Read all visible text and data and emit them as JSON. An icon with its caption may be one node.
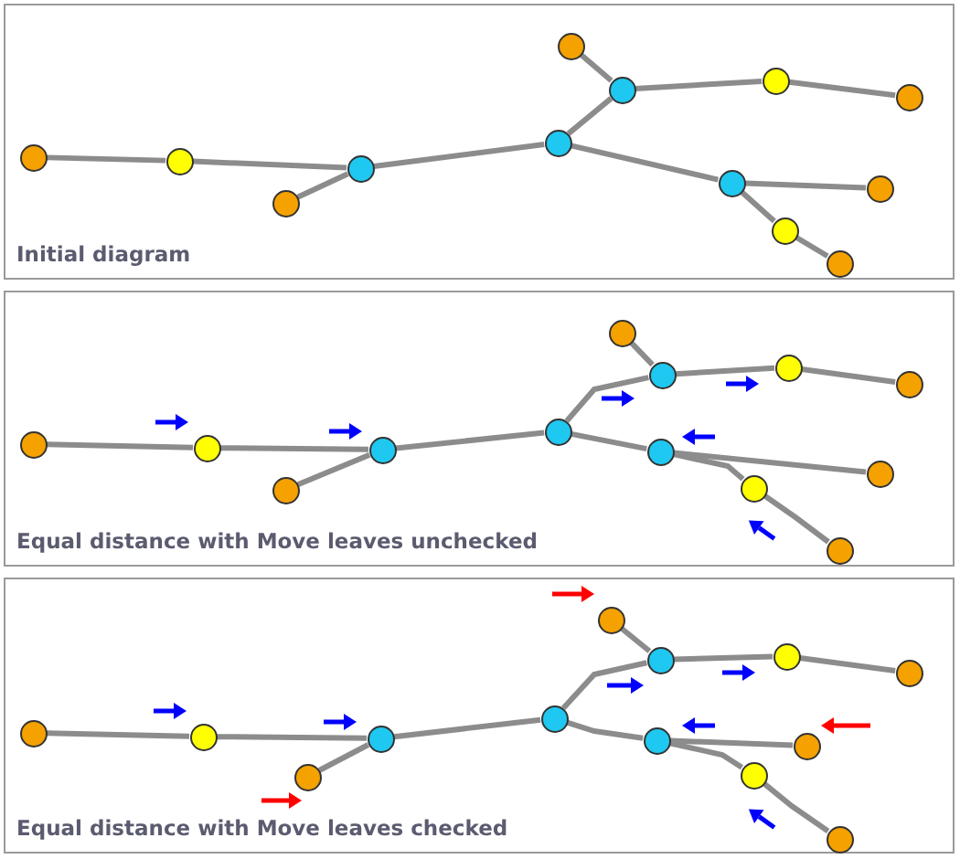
{
  "diagram": {
    "nodes": [
      {
        "text": [
          "Initial diagram"
        ]
      },
      {
        "text": [],
        "shape": "circle",
        "in": 0
      },
      {
        "text": [],
        "shape": "circle",
        "in": 0
      },
      {
        "text": [],
        "shape": "circle",
        "in": 0
      },
      {
        "text": [],
        "shape": "circle",
        "in": 0
      },
      {
        "text": [],
        "shape": "circle",
        "in": 0
      },
      {
        "text": [],
        "shape": "circle",
        "in": 0
      },
      {
        "text": [],
        "shape": "circle",
        "in": 0
      },
      {
        "text": [],
        "shape": "circle",
        "in": 0
      },
      {
        "text": [],
        "shape": "circle",
        "in": 0
      },
      {
        "text": [],
        "shape": "circle",
        "in": 0
      },
      {
        "text": [],
        "shape": "circle",
        "in": 0
      },
      {
        "text": [],
        "shape": "circle",
        "in": 0
      },
      {
        "text": [],
        "shape": "circle",
        "in": 0
      },
      {
        "text": [
          "Equal distance with Move leaves unchecked"
        ]
      },
      {
        "text": [],
        "shape": "circle",
        "in": 14
      },
      {
        "text": [],
        "shape": "circle",
        "in": 14
      },
      {
        "text": [],
        "shape": "circle",
        "in": 14
      },
      {
        "text": [],
        "shape": "circle",
        "in": 14
      },
      {
        "text": [],
        "shape": "circle",
        "in": 14
      },
      {
        "text": [],
        "shape": "circle",
        "in": 14
      },
      {
        "text": [],
        "shape": "circle",
        "in": 14
      },
      {
        "text": [],
        "shape": "circle",
        "in": 14
      },
      {
        "text": [],
        "shape": "circle",
        "in": 14
      },
      {
        "text": [],
        "shape": "circle",
        "in": 14
      },
      {
        "text": [],
        "shape": "circle",
        "in": 14
      },
      {
        "text": [],
        "shape": "circle",
        "in": 14
      },
      {
        "text": [],
        "shape": "circle",
        "in": 14
      },
      {
        "text": [
          "Equal distance with Move leaves checked"
        ]
      },
      {
        "text": [],
        "shape": "circle",
        "in": 28
      },
      {
        "text": [],
        "shape": "circle",
        "in": 28
      },
      {
        "text": [],
        "shape": "circle",
        "in": 28
      },
      {
        "text": [],
        "shape": "circle",
        "in": 28
      },
      {
        "text": [],
        "shape": "circle",
        "in": 28
      },
      {
        "text": [],
        "shape": "circle",
        "in": 28
      },
      {
        "text": [],
        "shape": "circle",
        "in": 28
      },
      {
        "text": [],
        "shape": "circle",
        "in": 28
      },
      {
        "text": [],
        "shape": "circle",
        "in": 28
      },
      {
        "text": [],
        "shape": "circle",
        "in": 28
      },
      {
        "text": [],
        "shape": "circle",
        "in": 28
      },
      {
        "text": [],
        "shape": "circle",
        "in": 28
      },
      {
        "text": [],
        "shape": "circle",
        "in": 28
      }
    ],
    "edges": [
      {
        "from": 1,
        "to": 2,
        "arrow": "none"
      },
      {
        "from": 2,
        "to": 4,
        "arrow": "none"
      },
      {
        "from": 3,
        "to": 4,
        "arrow": "none"
      },
      {
        "from": 4,
        "to": 5,
        "arrow": "none"
      },
      {
        "from": 5,
        "to": 7,
        "arrow": "none"
      },
      {
        "from": 6,
        "to": 7,
        "arrow": "none"
      },
      {
        "from": 7,
        "to": 8,
        "arrow": "none"
      },
      {
        "from": 8,
        "to": 9,
        "arrow": "none"
      },
      {
        "from": 5,
        "to": 10,
        "arrow": "none"
      },
      {
        "from": 10,
        "to": 11,
        "arrow": "none"
      },
      {
        "from": 10,
        "to": 12,
        "arrow": "none"
      },
      {
        "from": 12,
        "to": 13,
        "arrow": "none"
      },
      {
        "from": 15,
        "to": 16,
        "arrow": "none"
      },
      {
        "from": 16,
        "to": 18,
        "arrow": "none"
      },
      {
        "from": 17,
        "to": 18,
        "arrow": "none"
      },
      {
        "from": 18,
        "to": 19,
        "arrow": "none"
      },
      {
        "from": 19,
        "to": 21,
        "arrow": "none"
      },
      {
        "from": 20,
        "to": 21,
        "arrow": "none"
      },
      {
        "from": 21,
        "to": 22,
        "arrow": "none"
      },
      {
        "from": 22,
        "to": 23,
        "arrow": "none"
      },
      {
        "from": 19,
        "to": 24,
        "arrow": "none"
      },
      {
        "from": 24,
        "to": 25,
        "arrow": "none"
      },
      {
        "from": 24,
        "to": 26,
        "arrow": "none"
      },
      {
        "from": 26,
        "to": 27,
        "arrow": "none"
      },
      {
        "from": 29,
        "to": 30,
        "arrow": "none"
      },
      {
        "from": 30,
        "to": 32,
        "arrow": "none"
      },
      {
        "from": 31,
        "to": 32,
        "arrow": "none"
      },
      {
        "from": 32,
        "to": 33,
        "arrow": "none"
      },
      {
        "from": 33,
        "to": 35,
        "arrow": "none"
      },
      {
        "from": 34,
        "to": 35,
        "arrow": "none"
      },
      {
        "from": 35,
        "to": 36,
        "arrow": "none"
      },
      {
        "from": 36,
        "to": 37,
        "arrow": "none"
      },
      {
        "from": 33,
        "to": 38,
        "arrow": "none"
      },
      {
        "from": 38,
        "to": 39,
        "arrow": "none"
      },
      {
        "from": 38,
        "to": 40,
        "arrow": "none"
      },
      {
        "from": 40,
        "to": 41,
        "arrow": "none"
      }
    ]
  }
}
